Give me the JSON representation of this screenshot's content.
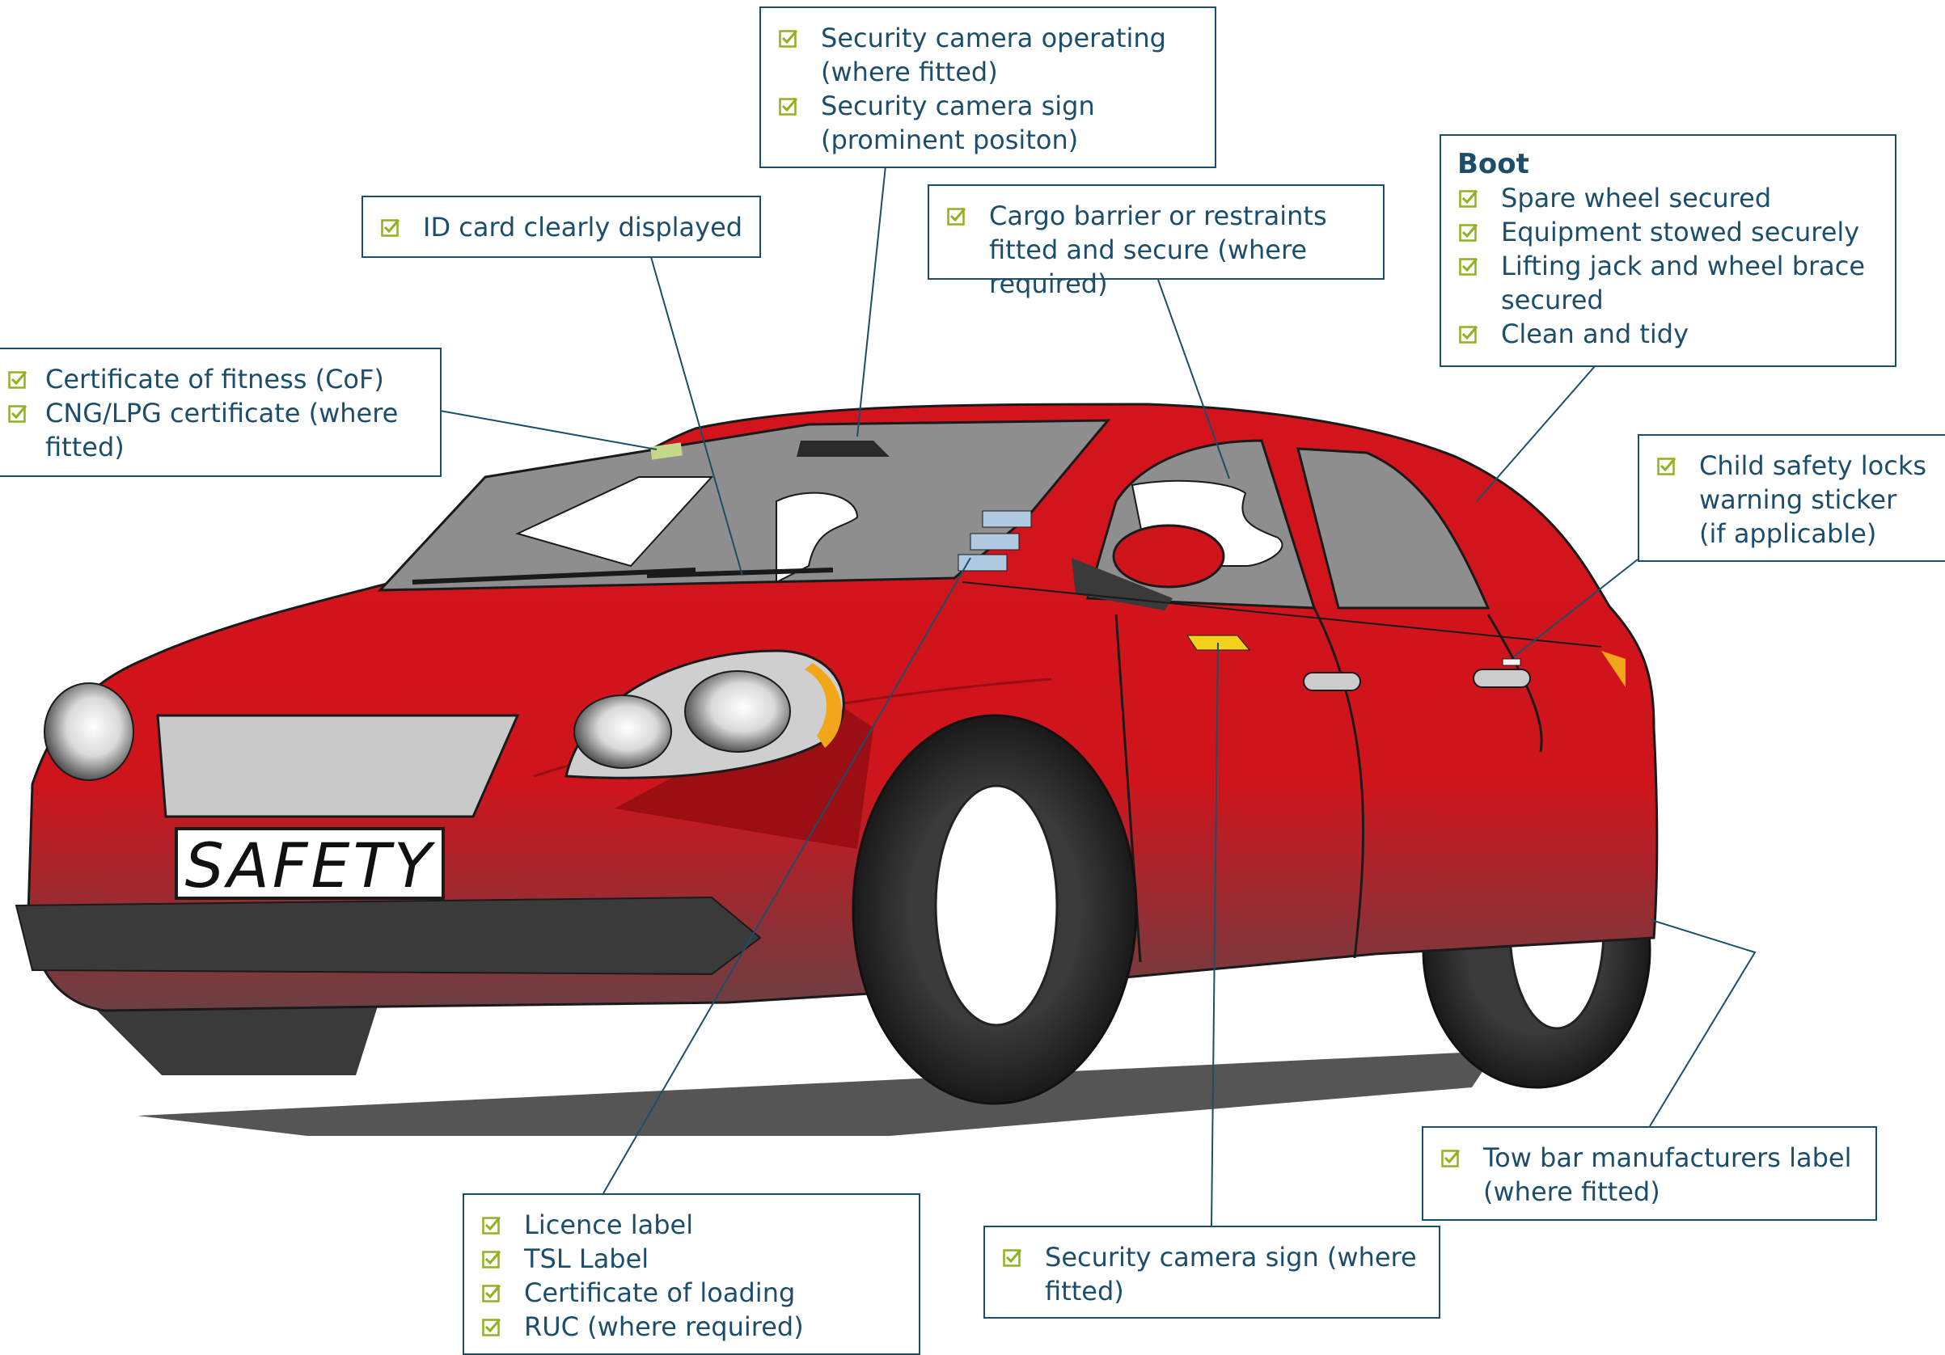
{
  "plate_text": "SAFETY",
  "colors": {
    "body_red": "#d0141c",
    "line_blue": "#1c4e6b",
    "check_green": "#8fb21f",
    "tyre": "#1f1f1f",
    "glass": "#8e8e8e"
  },
  "icons": {
    "checkbox": "checked-box-icon"
  },
  "callouts": {
    "camera": {
      "items": [
        "Security camera operating (where fitted)",
        "Security camera sign (prominent positon)"
      ]
    },
    "idcard": {
      "items": [
        "ID card clearly displayed"
      ]
    },
    "cargo": {
      "items": [
        "Cargo barrier or restraints fitted and secure (where required)"
      ]
    },
    "boot": {
      "heading": "Boot",
      "items": [
        "Spare wheel secured",
        "Equipment stowed securely",
        "Lifting jack and wheel brace secured",
        "Clean and tidy"
      ]
    },
    "cof": {
      "items": [
        "Certificate of fitness (CoF)",
        "CNG/LPG certificate (where fitted)"
      ]
    },
    "childlocks": {
      "items": [
        "Child safety locks warning sticker (if applicable)"
      ]
    },
    "towbar": {
      "items": [
        "Tow bar manufacturers label (where fitted)"
      ]
    },
    "licence": {
      "items": [
        "Licence label",
        "TSL Label",
        "Certificate of loading",
        "RUC (where required)"
      ]
    },
    "camerasign": {
      "items": [
        "Security camera sign (where fitted)"
      ]
    }
  }
}
